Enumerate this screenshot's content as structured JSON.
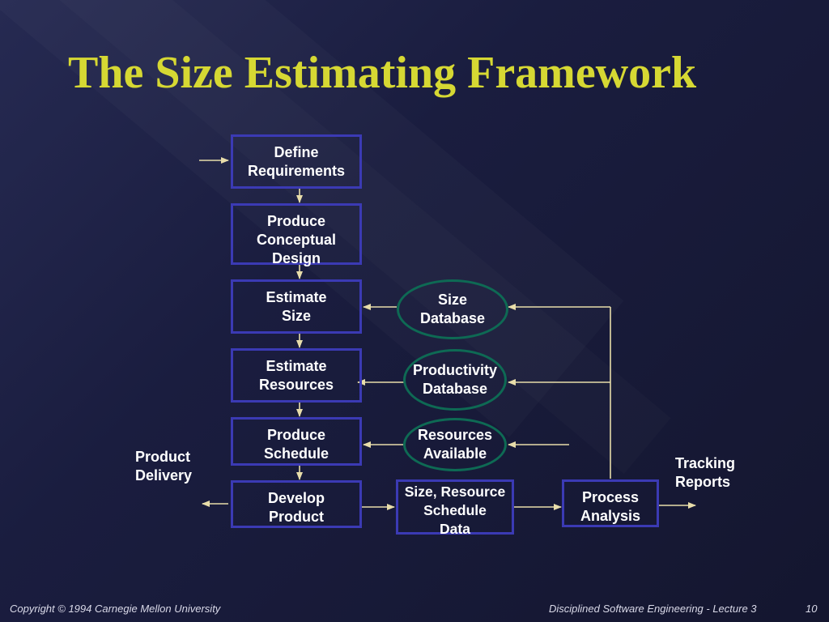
{
  "slide": {
    "title": "The Size Estimating Framework",
    "boxes": [
      {
        "id": "define",
        "text": "Define\nRequirements"
      },
      {
        "id": "conceptual",
        "text": "Produce\nConceptual\nDesign"
      },
      {
        "id": "size",
        "text": "Estimate\nSize"
      },
      {
        "id": "resources",
        "text": "Estimate\nResources"
      },
      {
        "id": "schedule",
        "text": "Produce\nSchedule"
      },
      {
        "id": "develop",
        "text": "Develop\nProduct"
      },
      {
        "id": "data",
        "text": "Size, Resource\nSchedule\nData"
      },
      {
        "id": "analysis",
        "text": "Process\nAnalysis"
      }
    ],
    "ellipses": [
      {
        "id": "sizedb",
        "text": "Size\nDatabase"
      },
      {
        "id": "proddb",
        "text": "Productivity\nDatabase"
      },
      {
        "id": "resavail",
        "text": "Resources\nAvailable"
      }
    ],
    "labels": {
      "product_delivery": "Product\nDelivery",
      "tracking_reports": "Tracking\nReports"
    },
    "footer": {
      "copyright": "Copyright  © 1994 Carnegie Mellon University",
      "course": "Disciplined Software Engineering - Lecture 3",
      "page": "10"
    },
    "colors": {
      "title": "#d6d833",
      "box_border": "#3b3ab4",
      "ellipse_border": "#0e6a54",
      "arrow": "#e8ddaa",
      "text": "#ffffff"
    }
  }
}
